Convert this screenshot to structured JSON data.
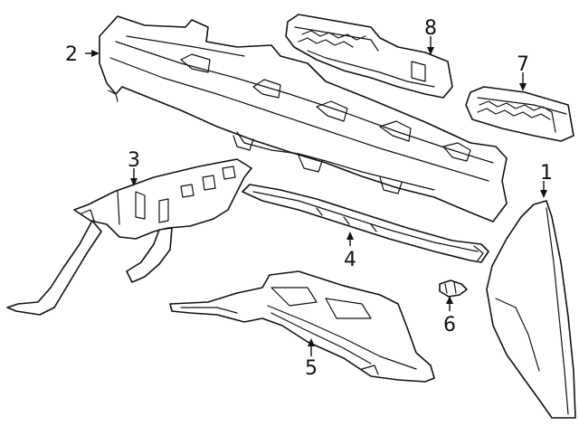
{
  "diagram": {
    "parts": [
      {
        "id": "part-1",
        "callout": "1"
      },
      {
        "id": "part-2",
        "callout": "2"
      },
      {
        "id": "part-3",
        "callout": "3"
      },
      {
        "id": "part-4",
        "callout": "4"
      },
      {
        "id": "part-5",
        "callout": "5"
      },
      {
        "id": "part-6",
        "callout": "6"
      },
      {
        "id": "part-7",
        "callout": "7"
      },
      {
        "id": "part-8",
        "callout": "8"
      }
    ],
    "colors": {
      "line": "#111111",
      "background": "#ffffff"
    }
  }
}
